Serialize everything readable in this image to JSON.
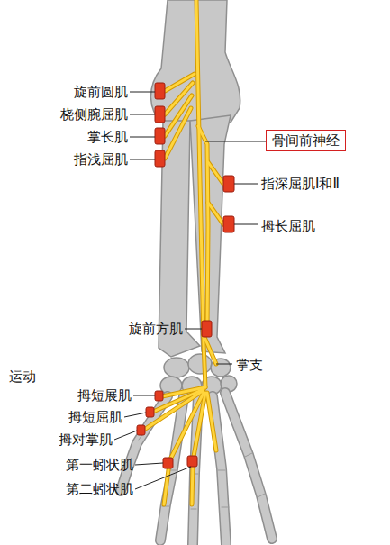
{
  "diagram": {
    "nodes": [
      {
        "text": [
          "骨间前神经"
        ]
      }
    ],
    "labels": [
      "旋前圆肌",
      "桡侧腕屈肌",
      "掌长肌",
      "指浅屈肌",
      "指深屈肌Ⅰ和Ⅱ",
      "拇长屈肌",
      "旋前方肌",
      "掌支",
      "运动",
      "拇短展肌",
      "拇短屈肌",
      "拇对掌肌",
      "第一蚓状肌",
      "第二蚓状肌"
    ]
  }
}
